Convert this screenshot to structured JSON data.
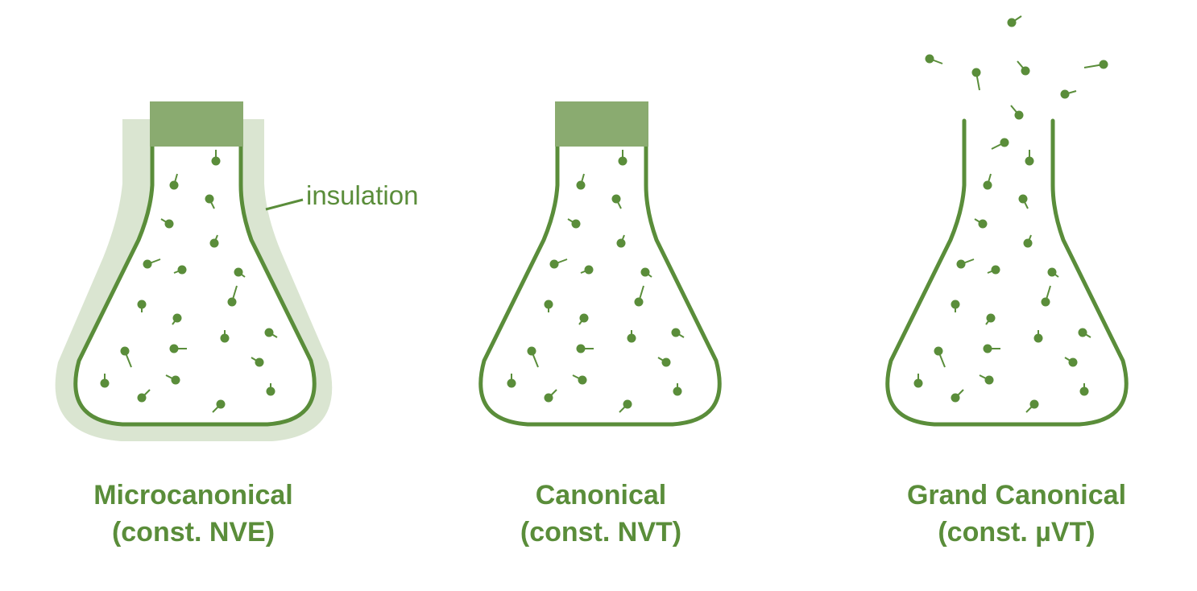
{
  "colors": {
    "stroke": "#5a8d3a",
    "stopper": "#8aab70",
    "insulation": "#dae5d1",
    "text": "#5a8d3a"
  },
  "panels": [
    {
      "id": "microcanonical",
      "title": "Microcanonical",
      "subtitle": "(const. NVE)",
      "stopper": true,
      "insulation": true,
      "open": false
    },
    {
      "id": "canonical",
      "title": "Canonical",
      "subtitle": "(const. NVT)",
      "stopper": true,
      "insulation": false,
      "open": false
    },
    {
      "id": "grand-canonical",
      "title": "Grand Canonical",
      "subtitle": "(const. µVT)",
      "stopper": false,
      "insulation": false,
      "open": true
    }
  ],
  "insulation_label": "insulation"
}
